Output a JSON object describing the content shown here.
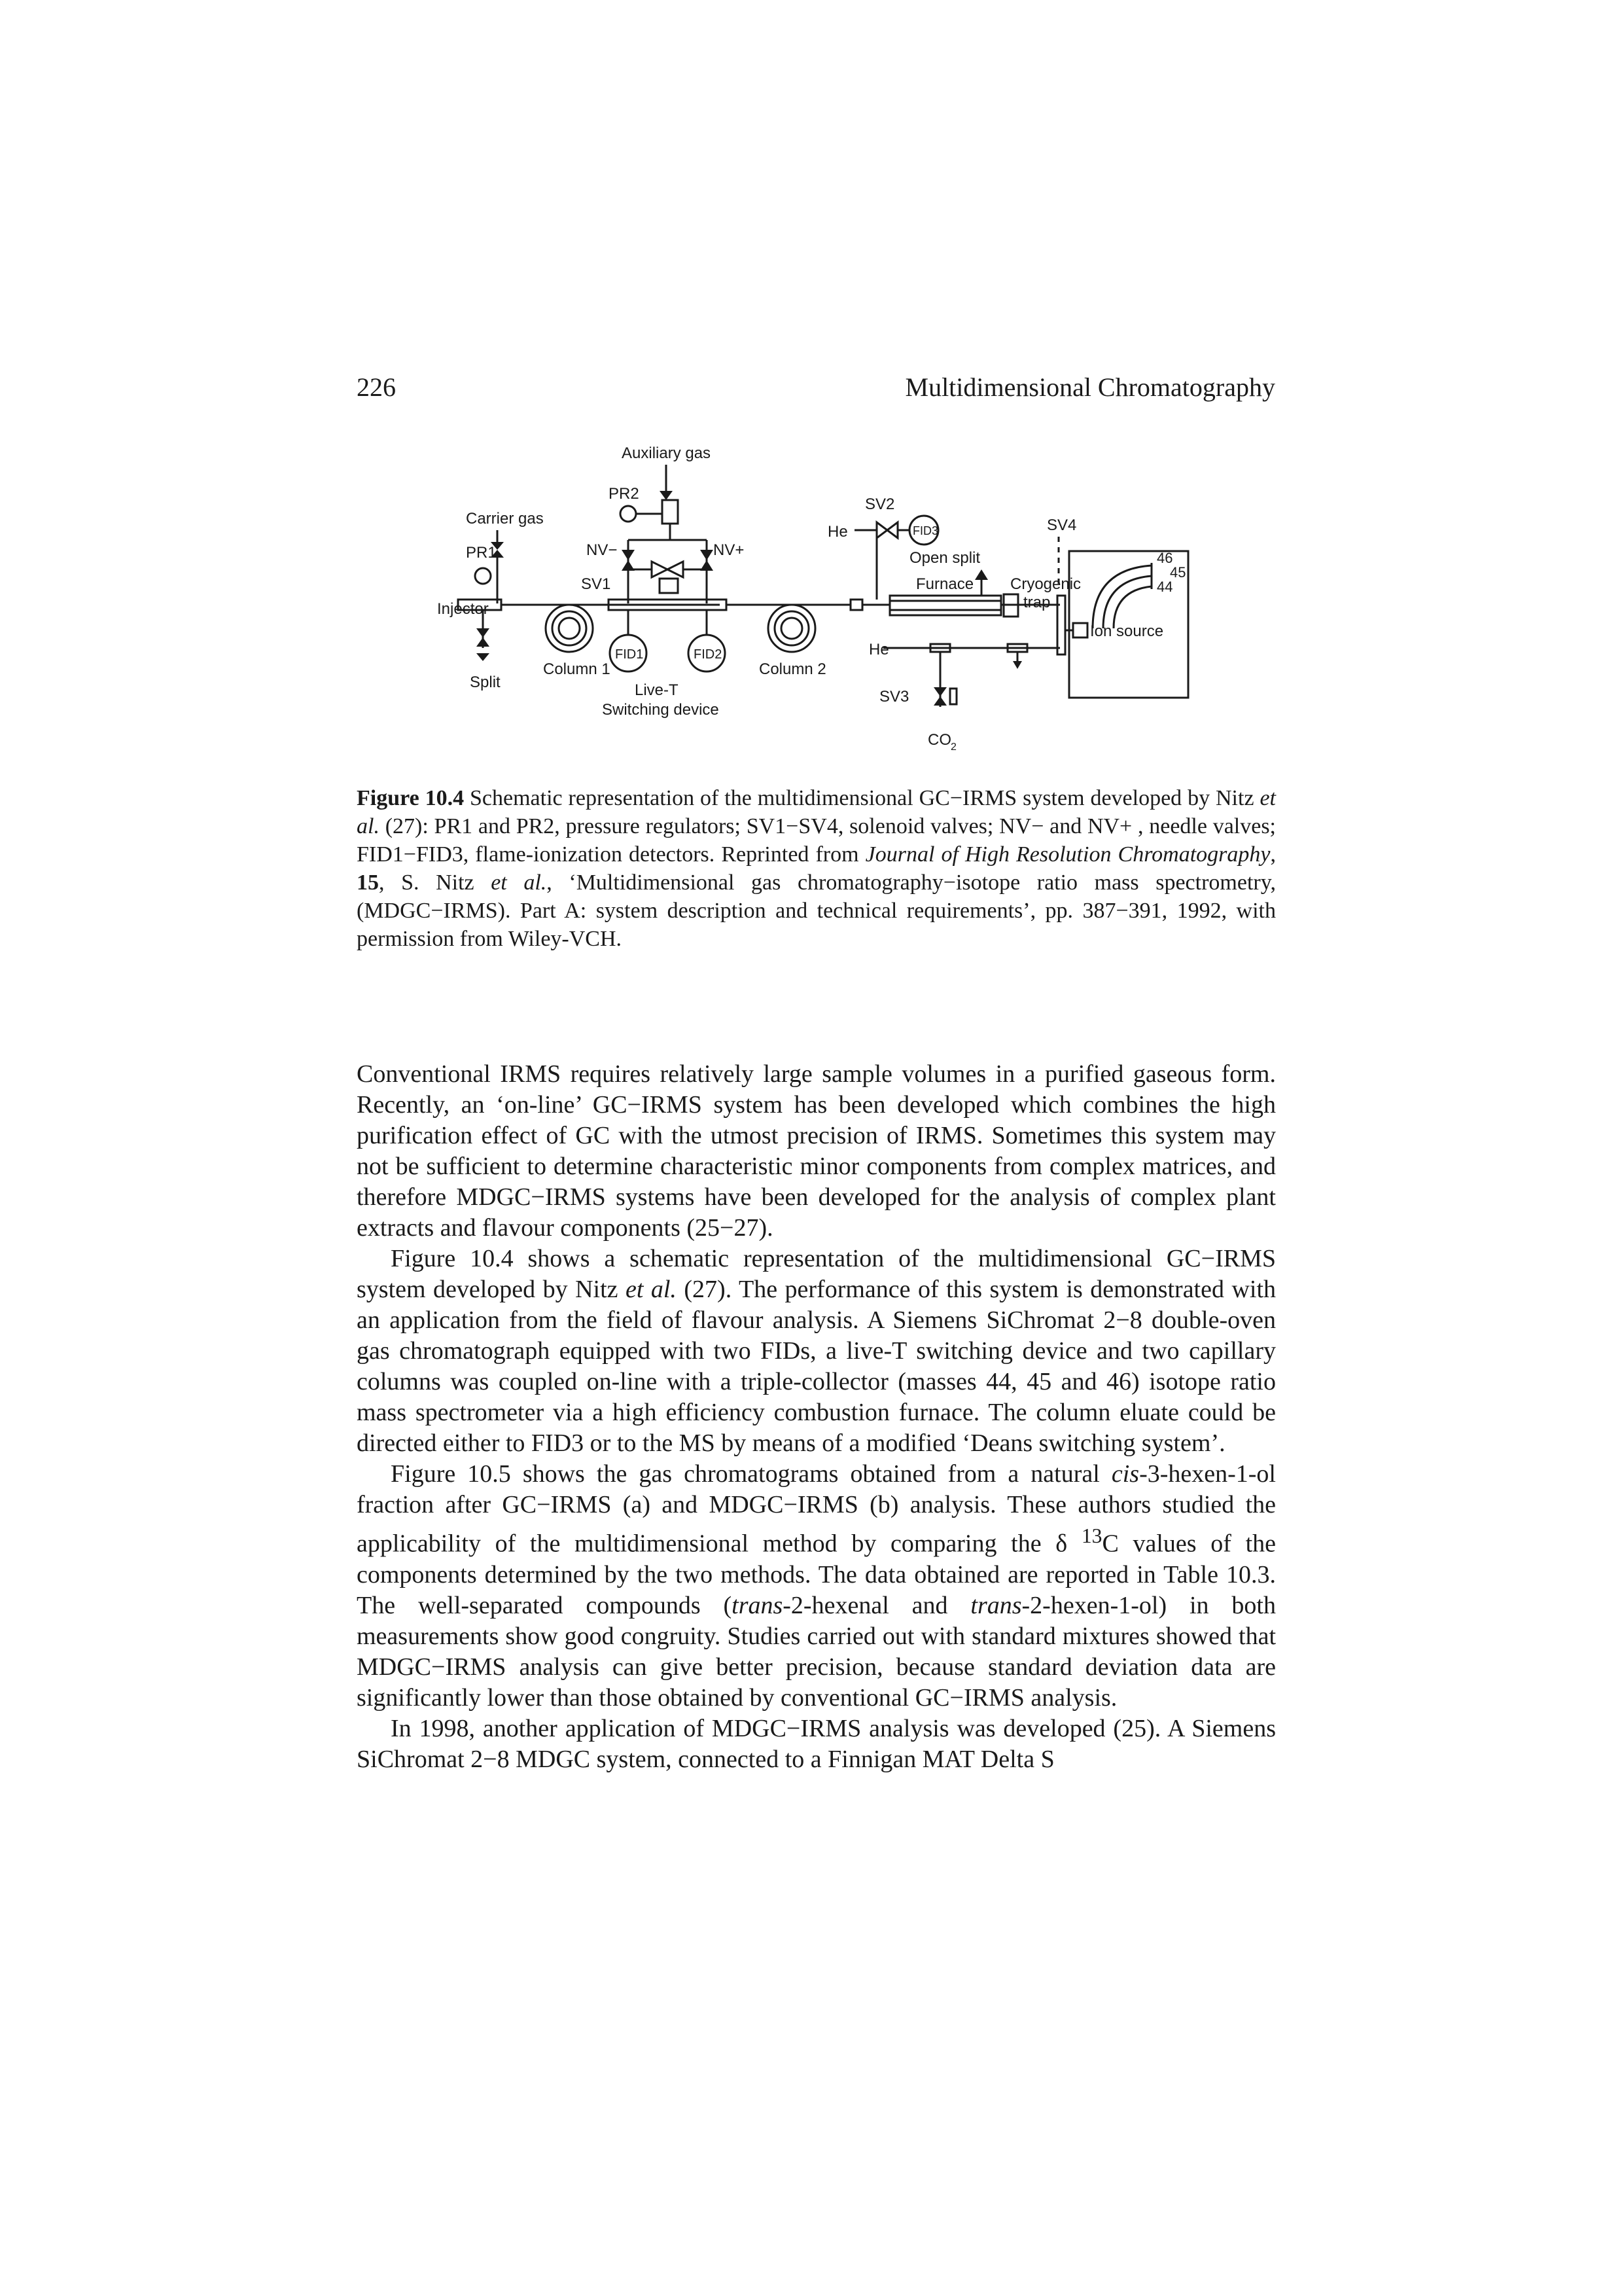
{
  "header": {
    "page_number": "226",
    "running_head": "Multidimensional Chromatography"
  },
  "figure": {
    "labels": {
      "auxiliary_gas": "Auxiliary gas",
      "pr2": "PR2",
      "carrier_gas": "Carrier gas",
      "pr1": "PR1",
      "nv_minus": "NV−",
      "nv_plus": "NV+",
      "sv1": "SV1",
      "injector": "Injector",
      "column1": "Column 1",
      "column2": "Column 2",
      "fid1": "FID1",
      "fid2": "FID2",
      "fid3": "FID3",
      "split": "Split",
      "live_t": "Live-T",
      "switching_device": "Switching device",
      "sv2": "SV2",
      "he_top": "He",
      "he_bottom": "He",
      "open_split": "Open split",
      "furnace": "Furnace",
      "cryogenic": "Cryogenic",
      "trap": "trap",
      "sv3": "SV3",
      "co2": "CO",
      "co2_sub": "2",
      "sv4": "SV4",
      "m46": "46",
      "m45": "45",
      "m44": "44",
      "ion_source": "Ion source"
    }
  },
  "caption": {
    "label": "Figure 10.4",
    "t1": " Schematic representation of the multidimensional GC−IRMS system developed by Nitz ",
    "etal1": "et al.",
    "t2": " (27): PR1 and PR2, pressure regulators; SV1−SV4, solenoid valves; NV− and NV+ , needle valves; FID1−FID3, flame-ionization detectors. Reprinted from ",
    "journal": "Journal of High Resolution Chromatography",
    "t3": ", ",
    "volume": "15",
    "t4": ", S. Nitz ",
    "etal2": "et al.",
    "t5": ", ‘Multidimensional gas chromatography−isotope ratio mass spectrometry, (MDGC−IRMS). Part A: system description and technical requirements’, pp. 387−391, 1992, with permission from Wiley-VCH."
  },
  "body": {
    "p1": "Conventional IRMS requires relatively large sample volumes in a purified gaseous form. Recently, an ‘on-line’ GC−IRMS system has been developed which combines the high purification effect of GC with the utmost precision of IRMS. Sometimes this system may not be sufficient to determine characteristic minor components from complex matrices, and therefore MDGC−IRMS systems have been developed for the analysis of complex plant extracts and flavour components (25−27).",
    "p2a": "Figure 10.4 shows a schematic representation of the multidimensional GC−IRMS system developed by Nitz ",
    "p2_etal": "et al.",
    "p2b": " (27). The performance of this system is demonstrated with an application from the field of flavour analysis. A Siemens SiChromat 2−8 double-oven gas chromatograph equipped with two FIDs, a live-T switching device and two capillary columns was coupled on-line with a triple-collector (masses 44, 45 and 46) isotope ratio mass spectrometer via a high efficiency combustion furnace. The column eluate could be directed either to FID3 or to the MS by means of a modified ‘Deans switching system’.",
    "p3a": "Figure 10.5 shows the gas chromatograms obtained from a natural ",
    "p3_cis": "cis",
    "p3b": "-3-hexen-1-ol fraction after GC−IRMS (a) and MDGC−IRMS (b) analysis. These authors studied the applicability of the multidimensional method by comparing the δ ",
    "p3_sup": "13",
    "p3c": "C values of the components determined by the two methods. The data obtained are reported in Table 10.3. The well-separated compounds (",
    "p3_trans1": "trans",
    "p3d": "-2-hexenal and ",
    "p3_trans2": "trans",
    "p3e": "-2-hexen-1-ol) in both measurements show good congruity. Studies carried out with standard mixtures showed that MDGC−IRMS analysis can give better precision, because standard deviation data are significantly lower than those obtained by conventional GC−IRMS analysis.",
    "p4": "In 1998, another application of MDGC−IRMS analysis was developed (25). A Siemens SiChromat 2−8 MDGC system, connected to a Finnigan MAT Delta S"
  }
}
